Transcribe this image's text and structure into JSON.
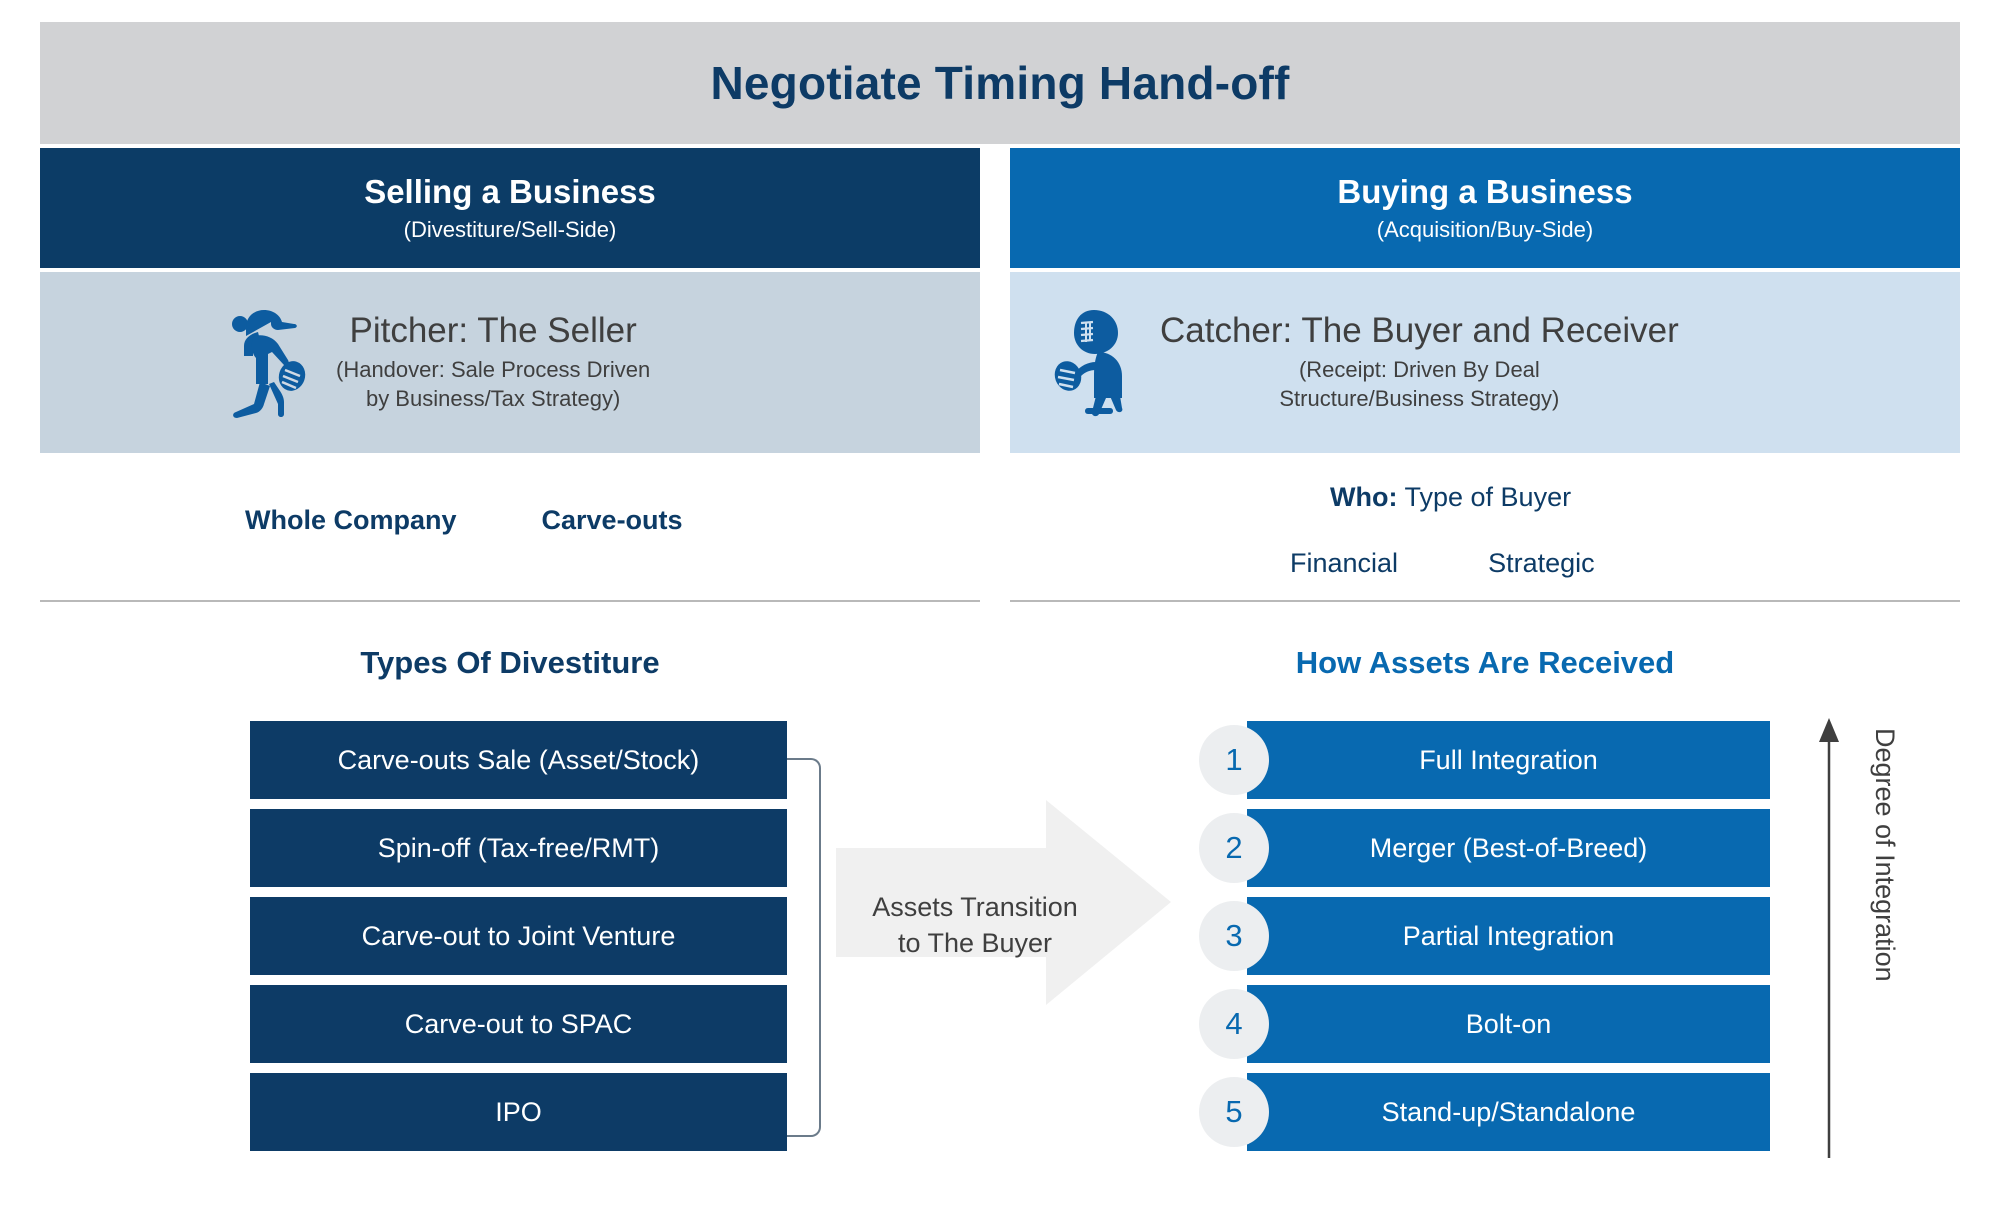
{
  "title": "Negotiate Timing Hand-off",
  "columns": {
    "sell": {
      "heading": "Selling a Business",
      "subheading": "(Divestiture/Sell-Side)",
      "role_title": "Pitcher: The Seller",
      "role_sub_line1": "(Handover: Sale Process Driven",
      "role_sub_line2": "by Business/Tax Strategy)",
      "icon": "baseball-pitcher-icon",
      "scope_labels": [
        "Whole Company",
        "Carve-outs"
      ],
      "section_title": "Types Of Divestiture",
      "items": [
        "Carve-outs Sale (Asset/Stock)",
        "Spin-off (Tax-free/RMT)",
        "Carve-out to Joint Venture",
        "Carve-out to SPAC",
        "IPO"
      ]
    },
    "buy": {
      "heading": "Buying a Business",
      "subheading": "(Acquisition/Buy-Side)",
      "role_title": "Catcher: The Buyer and Receiver",
      "role_sub_line1": "(Receipt: Driven By Deal",
      "role_sub_line2": "Structure/Business Strategy)",
      "icon": "baseball-catcher-icon",
      "who_label_bold": "Who:",
      "who_label_rest": " Type of Buyer",
      "buyer_types": [
        "Financial",
        "Strategic"
      ],
      "section_title": "How Assets Are Received",
      "items": [
        {
          "number": "1",
          "label": "Full Integration"
        },
        {
          "number": "2",
          "label": "Merger (Best-of-Breed)"
        },
        {
          "number": "3",
          "label": "Partial Integration"
        },
        {
          "number": "4",
          "label": "Bolt-on"
        },
        {
          "number": "5",
          "label": "Stand-up/Standalone"
        }
      ]
    }
  },
  "transition": {
    "line1": "Assets Transition",
    "line2": "to The Buyer"
  },
  "degree_axis_label": "Degree of Integration",
  "colors": {
    "title_banner_bg": "#d1d2d4",
    "title_text": "#0d3b66",
    "sell_header_bg": "#0c3c66",
    "buy_header_bg": "#0869b0",
    "sell_panel_bg": "#c6d3de",
    "buy_panel_bg": "#cfe0ef",
    "sell_bar": "#0d3b66",
    "buy_bar": "#0869b0",
    "number_circle_bg": "#eceef0",
    "arrow_fill": "#f0f0f0",
    "body_text": "#3f3f3f"
  }
}
